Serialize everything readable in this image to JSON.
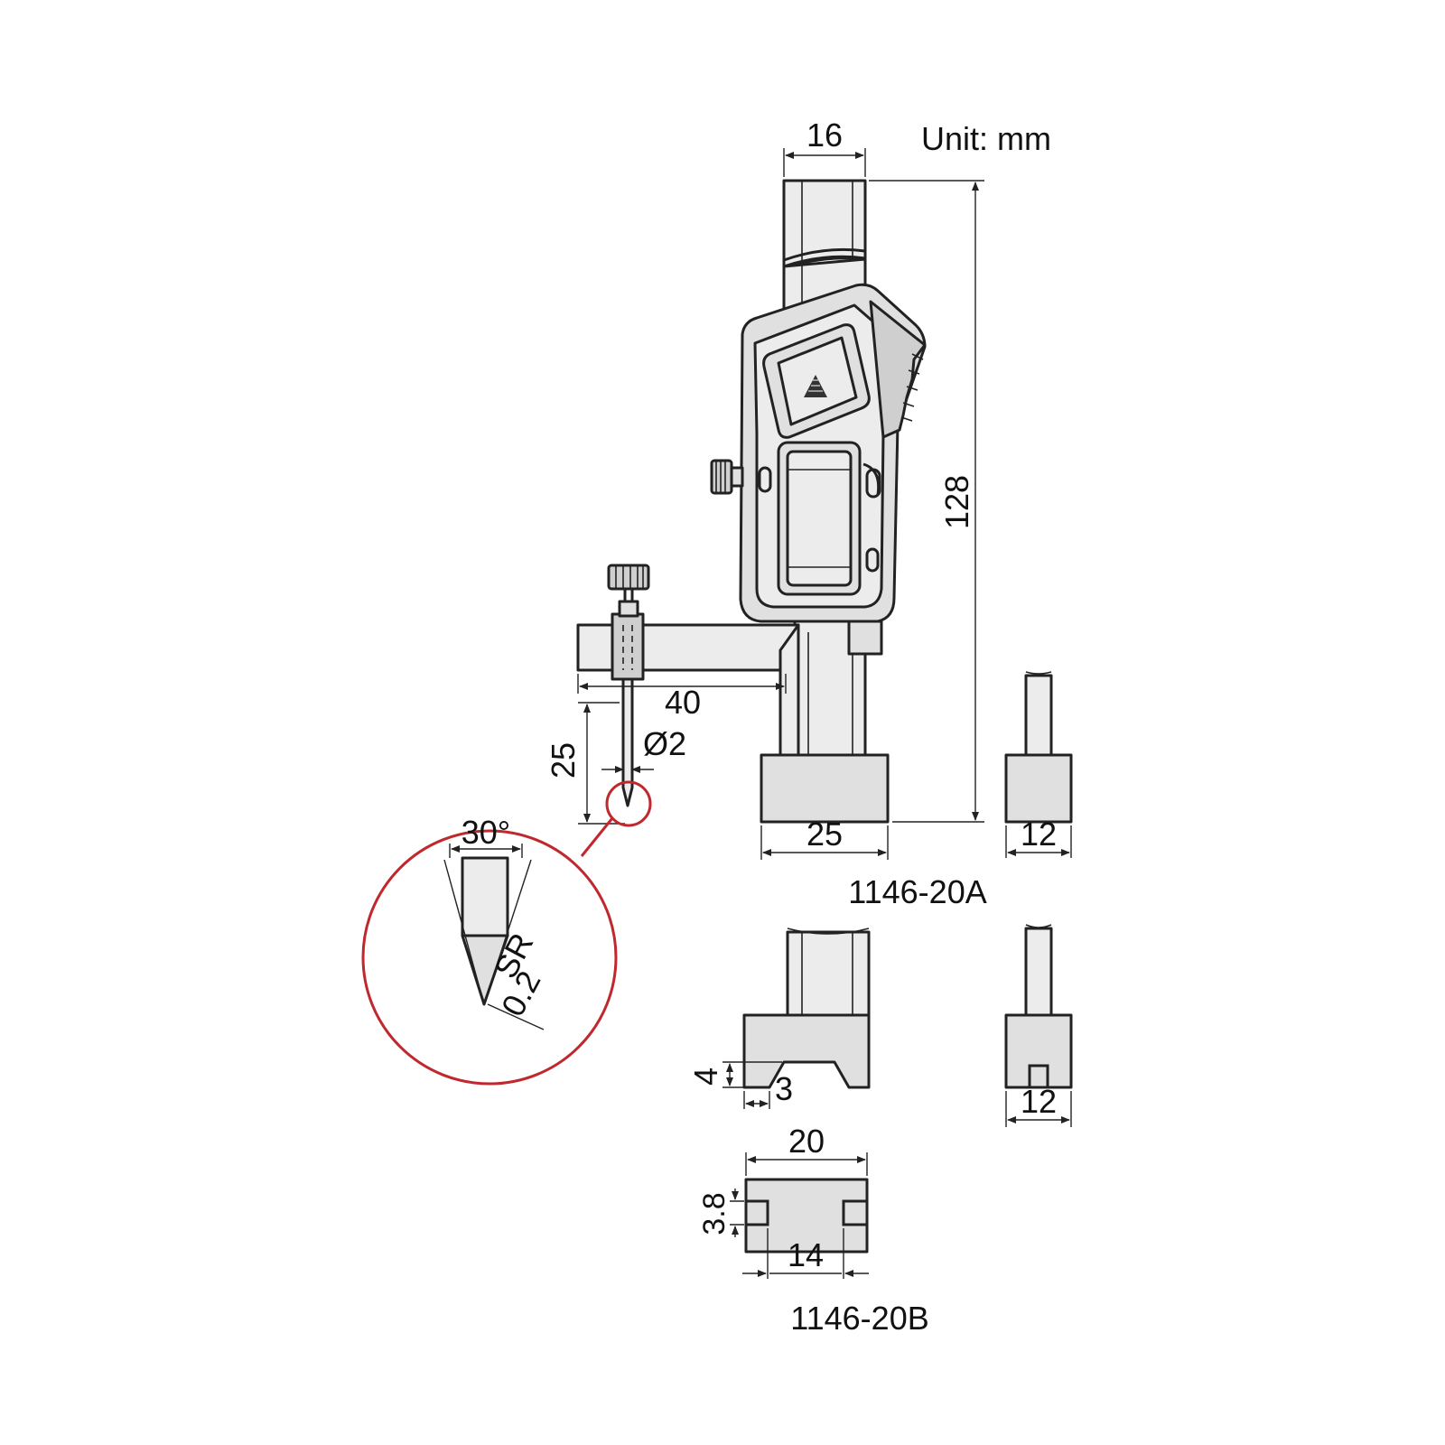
{
  "unit_label": "Unit: mm",
  "dimensions": {
    "width_beam": "16",
    "height_total": "128",
    "arm_length": "40",
    "scriber_length": "25",
    "scriber_diameter": "Ø2",
    "base_width": "25",
    "base_depth_a": "12",
    "tip_angle": "30°",
    "tip_radius_top": "SR",
    "tip_radius_bottom": "0.2",
    "notch_height": "4",
    "notch_width": "3",
    "base_depth_b": "12",
    "base_width_b": "20",
    "slot_height": "3.8",
    "slot_spacing": "14"
  },
  "models": {
    "a": "1146-20A",
    "b": "1146-20B"
  },
  "colors": {
    "detail_circle": "#c0282d",
    "part_fill": "#e0e0e0",
    "outline": "#222222"
  },
  "icons": [
    "brand-triangle-logo"
  ]
}
